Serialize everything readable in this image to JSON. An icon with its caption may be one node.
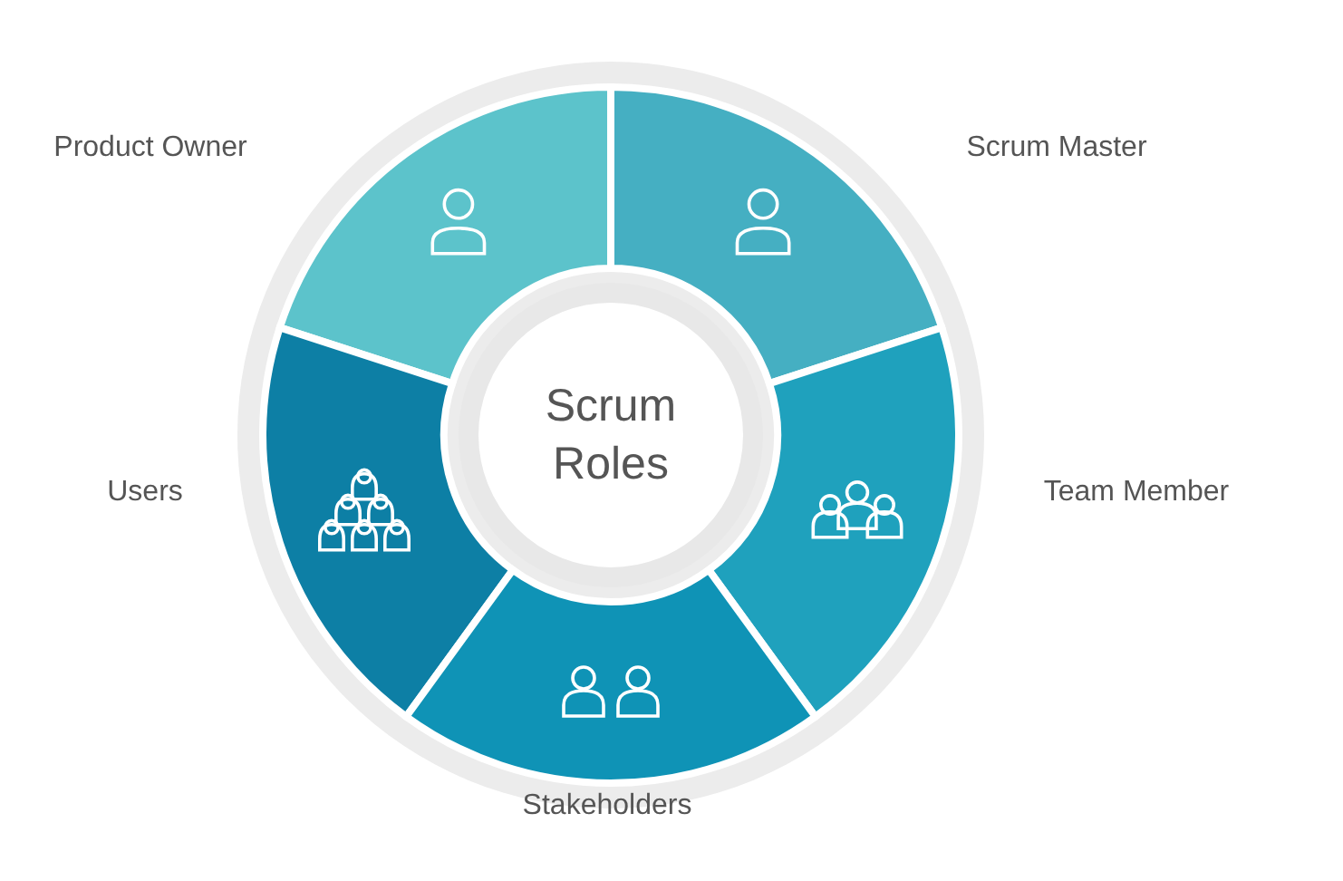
{
  "diagram": {
    "nodes": [
      {
        "text": [
          "Scrum Roles"
        ]
      },
      {
        "text": [],
        "shape": "segment",
        "beside": [
          "Product Owner"
        ]
      },
      {
        "text": [],
        "shape": "segment",
        "beside": [
          "Scrum Master"
        ]
      },
      {
        "text": [],
        "shape": "segment",
        "beside": [
          "Users"
        ]
      },
      {
        "text": [],
        "shape": "segment",
        "beside": [
          "Team Member"
        ]
      },
      {
        "text": [],
        "shape": "segment",
        "beside": [
          "Stakeholders"
        ]
      }
    ],
    "edges": []
  }
}
